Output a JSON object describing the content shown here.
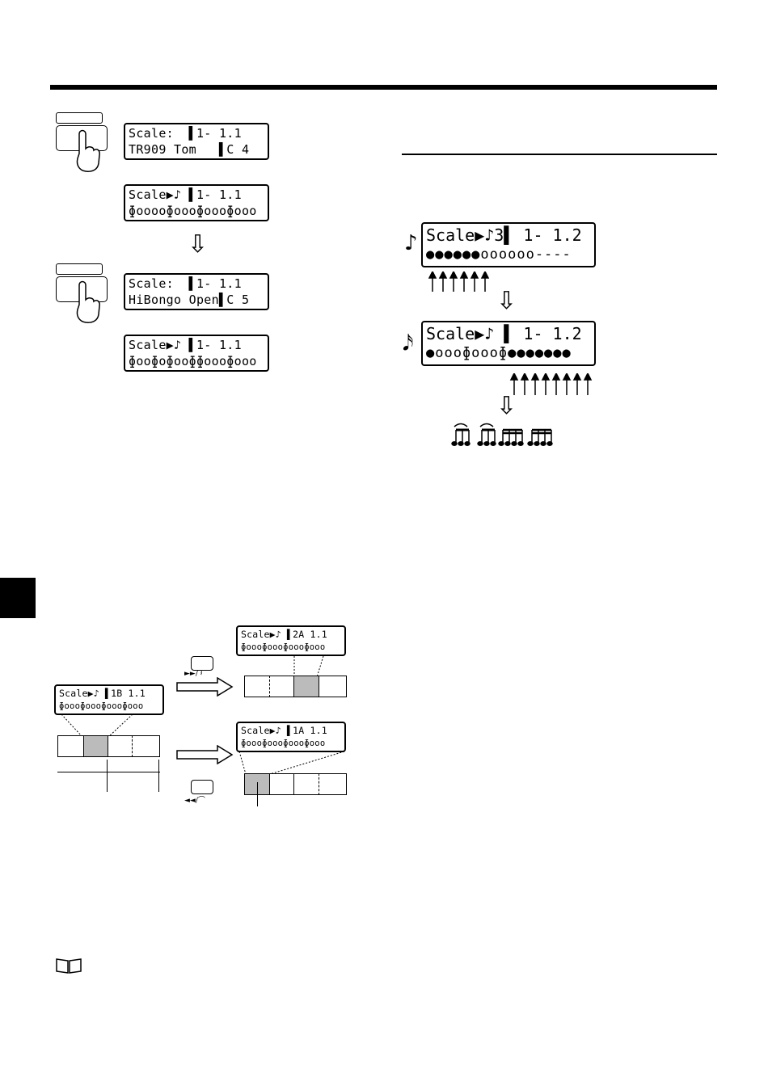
{
  "displays": {
    "d1": {
      "line1": "Scale:  ▌1- 1.1",
      "line2": "TR909 Tom   ▌C 4"
    },
    "d2": {
      "line1": "Scale▶♪ ▌1- 1.1",
      "line2": "ɸooooɸoooɸoooɸooo"
    },
    "d3": {
      "line1": "Scale:  ▌1- 1.1",
      "line2": "HiBongo Open▌C 5"
    },
    "d4": {
      "line1": "Scale▶♪ ▌1- 1.1",
      "line2": "ɸooɸoɸooɸɸoooɸooo"
    },
    "d5": {
      "line1": "Scale▶♪3▌ 1- 1.2",
      "line2": "●●●●●●oooooo----"
    },
    "d6": {
      "line1": "Scale▶♪ ▌ 1- 1.2",
      "line2": "●oooɸoooɸ●●●●●●●"
    },
    "d7": {
      "line1": "Scale▶♪ ▌2A 1.1",
      "line2": "ɸoooɸoooɸoooɸooo"
    },
    "d8": {
      "line1": "Scale▶♪ ▌1B 1.1",
      "line2": "ɸoooɸoooɸoooɸooo"
    },
    "d9": {
      "line1": "Scale▶♪ ▌1A 1.1",
      "line2": "ɸoooɸoooɸoooɸooo"
    }
  },
  "buttons": {
    "forward_label": "►►/ 𝄽",
    "back_label": "◄◄/⌒"
  },
  "icons": {
    "note_eighth": "♪",
    "note_sixteenth": "𝅘𝅥𝅯",
    "arrow_down": "⇩",
    "manual": "📖"
  }
}
